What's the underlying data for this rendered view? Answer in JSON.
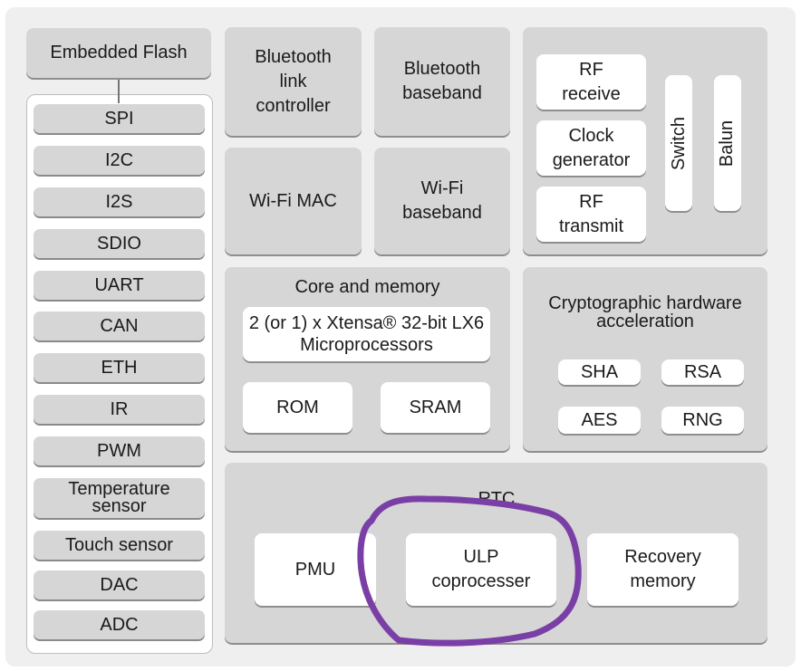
{
  "embedded_flash": "Embedded Flash",
  "peripherals": [
    "SPI",
    "I2C",
    "I2S",
    "SDIO",
    "UART",
    "CAN",
    "ETH",
    "IR",
    "PWM",
    "Temperature sensor",
    "Touch sensor",
    "DAC",
    "ADC"
  ],
  "bluetooth": {
    "link_controller": "Bluetooth link controller",
    "baseband": "Bluetooth baseband"
  },
  "wifi": {
    "mac": "Wi-Fi MAC",
    "baseband": "Wi-Fi baseband"
  },
  "rf": {
    "receive": "RF receive",
    "clock_generator": "Clock generator",
    "transmit": "RF transmit",
    "switch": "Switch",
    "balun": "Balun"
  },
  "core": {
    "title": "Core and memory",
    "processor": "2 (or 1) x Xtensa® 32-bit LX6 Microprocessors",
    "rom": "ROM",
    "sram": "SRAM"
  },
  "crypto": {
    "title": "Cryptographic hardware acceleration",
    "items": [
      "SHA",
      "RSA",
      "AES",
      "RNG"
    ]
  },
  "rtc": {
    "title": "RTC",
    "pmu": "PMU",
    "ulp": "ULP coprocesser",
    "recovery": "Recovery memory"
  },
  "annotation": {
    "color": "#7a3fa6",
    "target": "ULP coprocesser"
  }
}
